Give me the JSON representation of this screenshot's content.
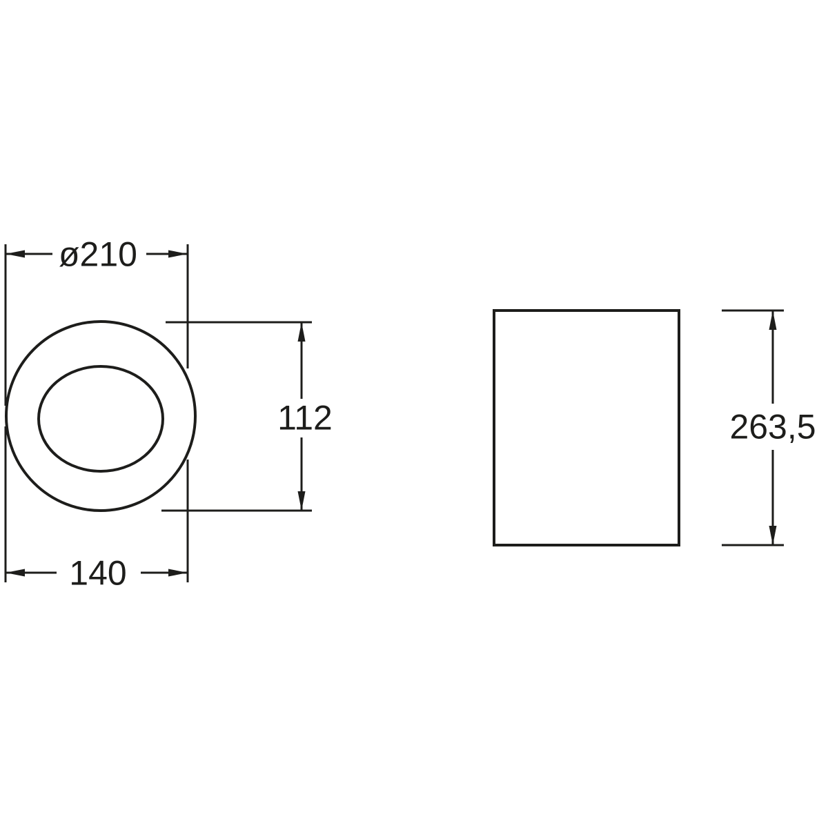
{
  "drawing": {
    "front_view": {
      "diameter_label": "ø210",
      "inner_height_label": "112",
      "width_label": "140"
    },
    "side_view": {
      "height_label": "263,5"
    },
    "style": {
      "line_color": "#1d1d1b",
      "background_color": "#ffffff"
    }
  }
}
